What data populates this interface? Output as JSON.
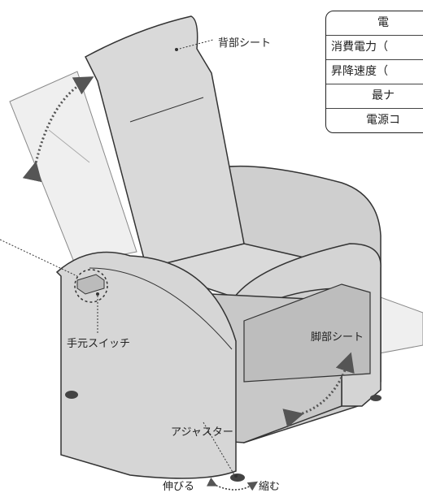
{
  "labels": {
    "back_seat": "背部シート",
    "hand_switch": "手元スイッチ",
    "leg_seat": "脚部シート",
    "adjuster": "アジャスター",
    "extend": "伸びる",
    "shrink": "縮む"
  },
  "spec_table": {
    "rows": [
      "電",
      "消費電力（",
      "昇降速度（",
      "最ナ",
      "電源コ"
    ]
  },
  "colors": {
    "chair_fill": "#d9d9d9",
    "chair_shade": "#c4c4c4",
    "outline": "#333333",
    "ghost_fill": "#efefef",
    "arrow_dots": "#555555"
  }
}
